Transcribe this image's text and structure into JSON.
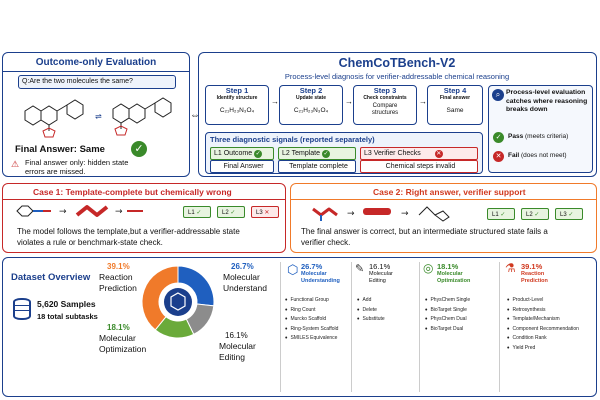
{
  "outcome": {
    "title": "Outcome-only Evaluation",
    "question": "Q:Are the two molecules the same?",
    "final_label": "Final Answer: Same",
    "note_line1": "Final answer only: hidden state",
    "note_line2": "errors are missed."
  },
  "bench": {
    "title": "ChemCoTBench-V2",
    "subtitle": "Process-level diagnosis for verifier-addressable chemical reasoning",
    "steps": [
      {
        "head": "Step 1",
        "sub": "Identify structure",
        "value": "C₂₁H₂₃N₃O₄"
      },
      {
        "head": "Step 2",
        "sub": "Update state",
        "value": "C₂₁H₂₃N₃O₄"
      },
      {
        "head": "Step 3",
        "sub": "Check constraints",
        "value": "Compare structures"
      },
      {
        "head": "Step 4",
        "sub": "Final answer",
        "value": "Same"
      }
    ],
    "process_note": "Process-level evaluation catches where reasoning breaks down",
    "pass_label": "Pass",
    "pass_note": "(meets criteria)",
    "fail_label": "Fail",
    "fail_note": "(does not meet)",
    "signals_title": "Three diagnostic signals (reported separately)",
    "signals": [
      {
        "label": "L1 Outcome",
        "detail": "Final Answer"
      },
      {
        "label": "L2 Template",
        "detail": "Template complete"
      },
      {
        "label": "L3 Verifier Checks",
        "detail": "Chemical steps invalid"
      }
    ]
  },
  "case1": {
    "title": "Case 1: Template-complete but chemically wrong",
    "text_line1": "The model follows the template,but a verifier-addressable state",
    "text_line2": "violates a rule or benchmark-state check.",
    "pills": [
      "L1",
      "L2",
      "L3"
    ]
  },
  "case2": {
    "title": "Case 2: Right answer, verifier support",
    "text_line1": "The final answer is correct, but an intermediate structured state fails a",
    "text_line2": "verifier check.",
    "pills": [
      "L1",
      "L2",
      "L3"
    ]
  },
  "dataset": {
    "title": "Dataset Overview",
    "samples": "5,620 Samples",
    "subtasks": "18 total subtasks",
    "segments": [
      {
        "pct": "26.7%",
        "name1": "Molecular",
        "name2": "Understand",
        "value": 26.7,
        "color": "#1f5fbf"
      },
      {
        "pct": "16.1%",
        "name1": "Molecular",
        "name2": "Editing",
        "value": 16.1,
        "color": "#8c8c8c"
      },
      {
        "pct": "18.1%",
        "name1": "Molecular",
        "name2": "Optimization",
        "value": 18.1,
        "color": "#6aaa3a"
      },
      {
        "pct": "39.1%",
        "name1": "Reaction",
        "name2": "Prediction",
        "value": 39.1,
        "color": "#f07a2a"
      }
    ]
  },
  "categories": [
    {
      "pct": "26.7%",
      "name1": "Molecular",
      "name2": "Understanding",
      "color": "#1f5fbf",
      "items": [
        "Functional Group",
        "Ring Count",
        "Murcko Scaffold",
        "Ring-System Scaffold",
        "SMILES Equivalence"
      ]
    },
    {
      "pct": "16.1%",
      "name1": "Molecular",
      "name2": "Editing",
      "color": "#555555",
      "items": [
        "Add",
        "Delete",
        "Substitute"
      ]
    },
    {
      "pct": "18.1%",
      "name1": "Molecular",
      "name2": "Optimization",
      "color": "#3a8a2a",
      "items": [
        "PhysChem Single",
        "BioTarget Single",
        "PhysChem Dual",
        "BioTarget Dual"
      ]
    },
    {
      "pct": "39.1%",
      "name1": "Reaction",
      "name2": "Prediction",
      "color": "#d0391f",
      "items": [
        "Product-Level",
        "Retrosynthesis",
        "Template/Mechanism",
        "Component Recommendation",
        "Condition Rank",
        "Yield Pred"
      ]
    }
  ],
  "colors": {
    "navy": "#1b3f8c",
    "red": "#c62828",
    "orange": "#f07a2a",
    "green": "#3a8a2a"
  }
}
